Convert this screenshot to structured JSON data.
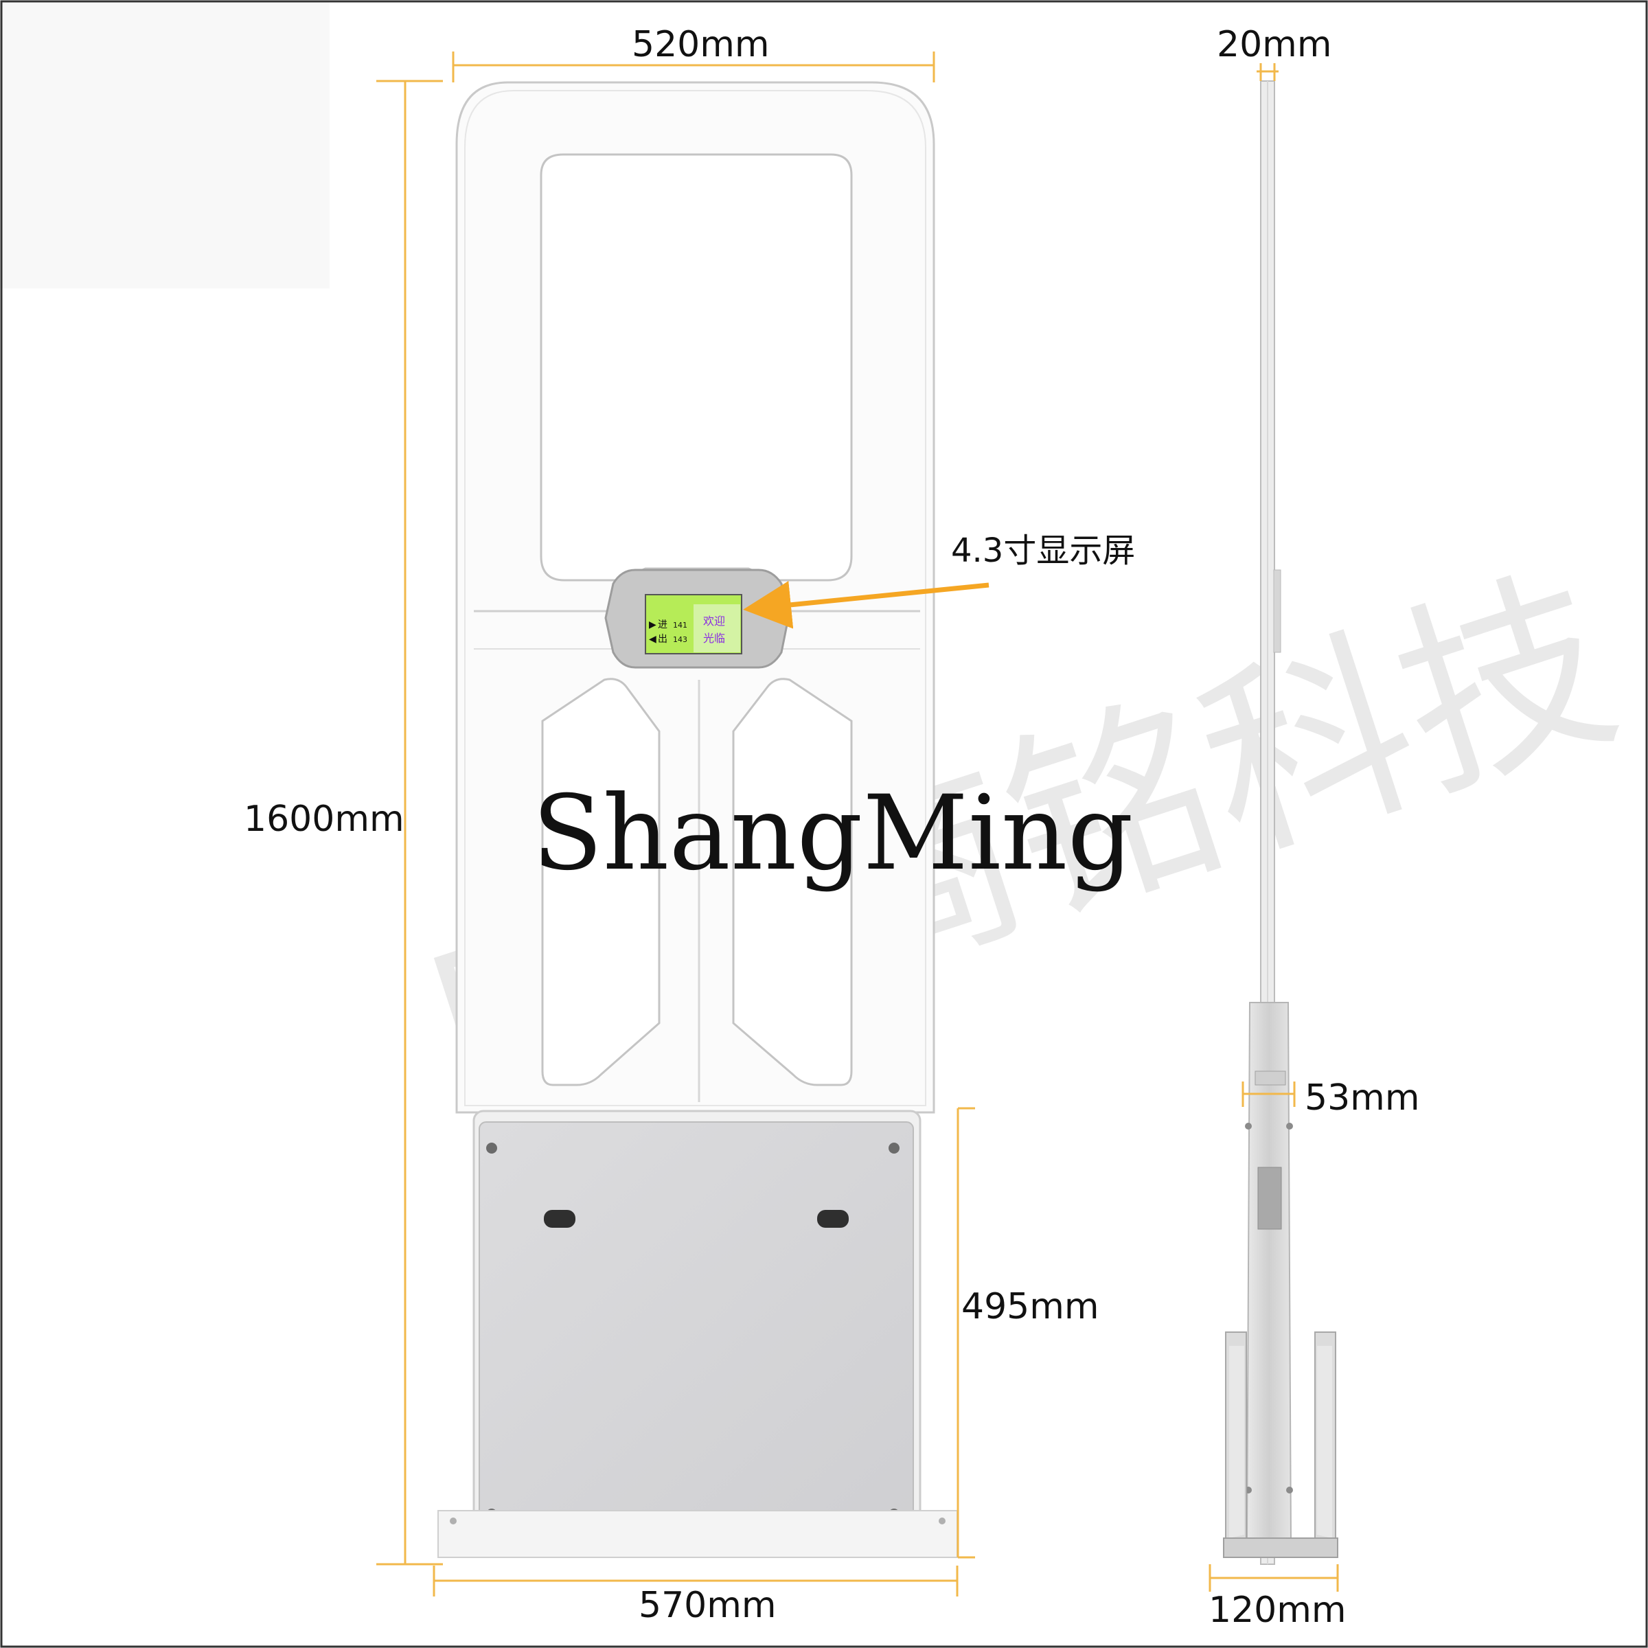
{
  "brand": "ShangMing",
  "watermark": "广州商铭科技",
  "annotation": "4.3寸显示屏",
  "dimensions": {
    "top_width": "520mm",
    "height": "1600mm",
    "base_width": "570mm",
    "panel_height": "495mm",
    "thickness": "20mm",
    "side_depth": "53mm",
    "foot_depth": "120mm"
  },
  "display": {
    "in_arrow": "▶",
    "in_label": "进",
    "in_count": "141",
    "out_arrow": "◀",
    "out_label": "出",
    "out_count": "143",
    "welcome_1": "欢迎",
    "welcome_2": "光临"
  },
  "colors": {
    "dimension_line": "#f2b84b",
    "arrow": "#f5a623",
    "lcd_green": "#a3e83a",
    "lcd_purple": "#8a2be2",
    "panel_gray": "#d6d6d8"
  }
}
